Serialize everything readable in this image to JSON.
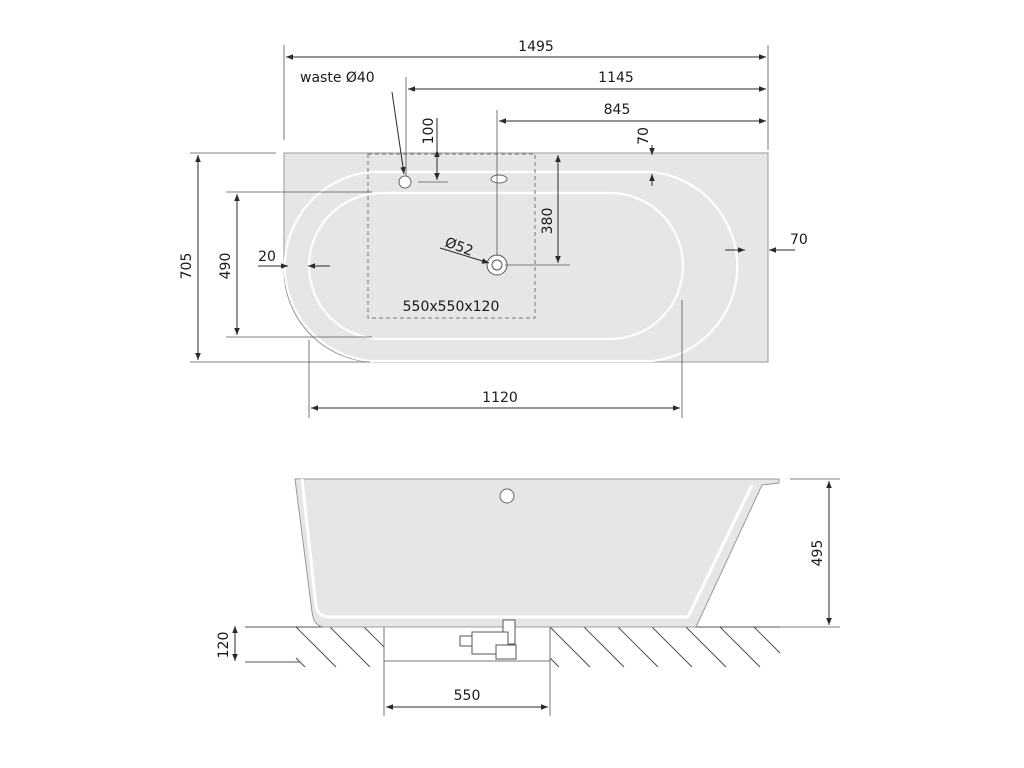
{
  "top_view": {
    "dims": {
      "overall_length": "1495",
      "waste_offset": "1145",
      "drain_offset": "845",
      "waste_from_edge": "100",
      "rim_top": "70",
      "drain_depth": "380",
      "rim_right": "70",
      "overall_width": "705",
      "inner_width": "490",
      "rim_left": "20",
      "inner_length": "1120"
    },
    "labels": {
      "waste": "waste Ø40",
      "drain": "Ø52",
      "access_box": "550x550x120"
    }
  },
  "side_view": {
    "dims": {
      "height": "495",
      "floor_gap": "120",
      "access_width": "550"
    }
  },
  "colors": {
    "body": "#e6e6e6",
    "outline": "#9a9a9a",
    "line": "#2a2a2a"
  }
}
